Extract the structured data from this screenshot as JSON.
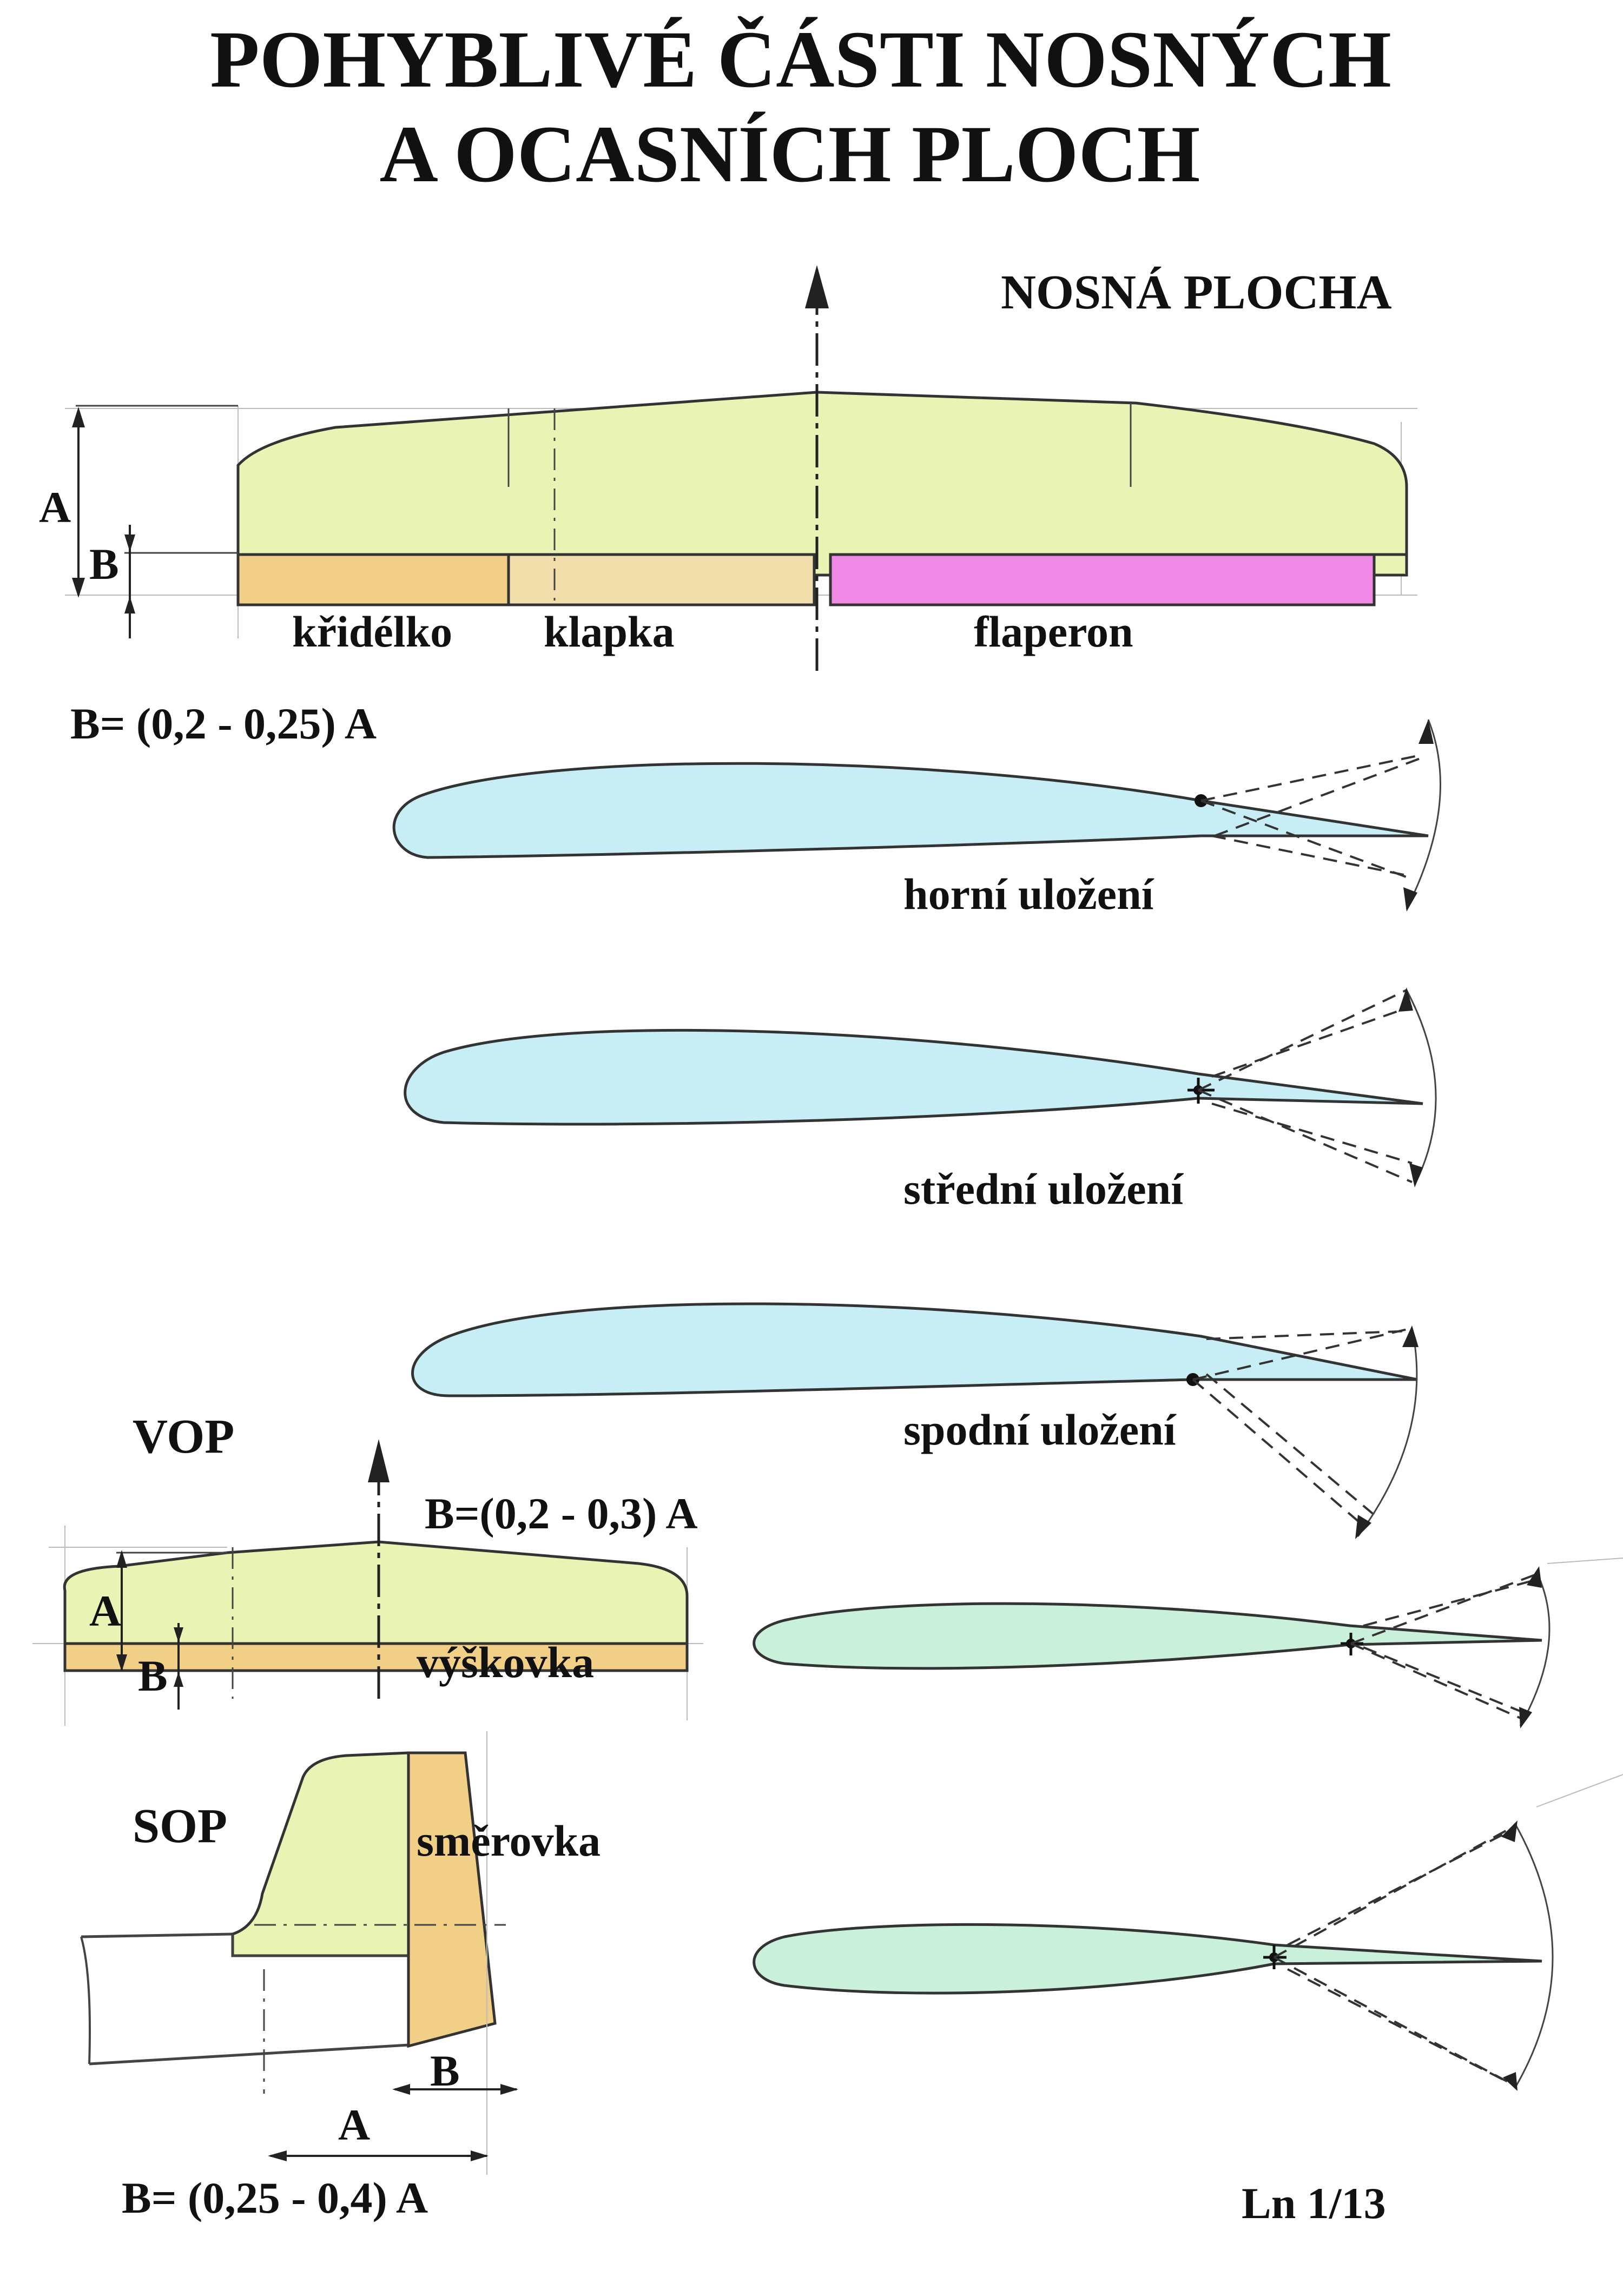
{
  "title": {
    "line1": "POHYBLIVÉ ČÁSTI NOSNÝCH",
    "line2": "A OCASNÍCH PLOCH"
  },
  "wing": {
    "heading": "NOSNÁ PLOCHA",
    "dim_a": "A",
    "dim_b": "B",
    "labels": {
      "aileron": "křidélko",
      "flap": "klapka",
      "flaperon": "flaperon"
    },
    "formula": "B= (0,2 - 0,25) A",
    "colors": {
      "wing": "#e8f3b4",
      "aileron": "#f2cf86",
      "flap": "#f2deaa",
      "flaperon": "#f089e6"
    }
  },
  "profiles": {
    "color": "#c7eef4",
    "top_hinge": "horní  uložení",
    "middle_hinge": "střední uložení",
    "bottom_hinge": "spodní  uložení"
  },
  "vop": {
    "heading": "VOP",
    "formula": "B=(0,2 - 0,3) A",
    "dim_a": "A",
    "dim_b": "B",
    "elevator": "výškovka",
    "profile_color": "#c9f0da"
  },
  "sop": {
    "heading": "SOP",
    "rudder": "směrovka",
    "dim_a": "A",
    "dim_b": "B",
    "formula": "B= (0,25 - 0,4) A"
  },
  "sheet_id": "Ln 1/13"
}
